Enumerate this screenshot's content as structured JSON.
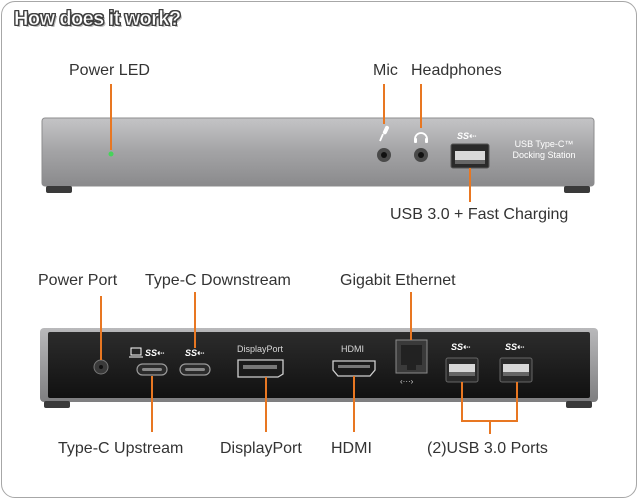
{
  "title": "How does it work?",
  "front": {
    "labels": {
      "power_led": "Power LED",
      "mic": "Mic",
      "headphones": "Headphones",
      "usb_fast": "USB 3.0 + Fast Charging"
    },
    "device_name_line1": "USB Type-C™",
    "device_name_line2": "Docking Station",
    "ss_logo": "SS⇠"
  },
  "back": {
    "labels": {
      "power_port": "Power Port",
      "typec_down": "Type-C Downstream",
      "gigabit": "Gigabit Ethernet",
      "typec_up": "Type-C Upstream",
      "displayport": "DisplayPort",
      "hdmi": "HDMI",
      "usb_ports": "(2)USB 3.0 Ports"
    },
    "port_text": {
      "displayport": "DisplayPort",
      "hdmi": "HDMI",
      "ethernet_symbol": "‹···›"
    },
    "ss_logo": "SS⇠"
  },
  "colors": {
    "accent_orange": "#e87722",
    "front_panel": "#9d9d9f",
    "back_panel": "#1c1c1c"
  }
}
